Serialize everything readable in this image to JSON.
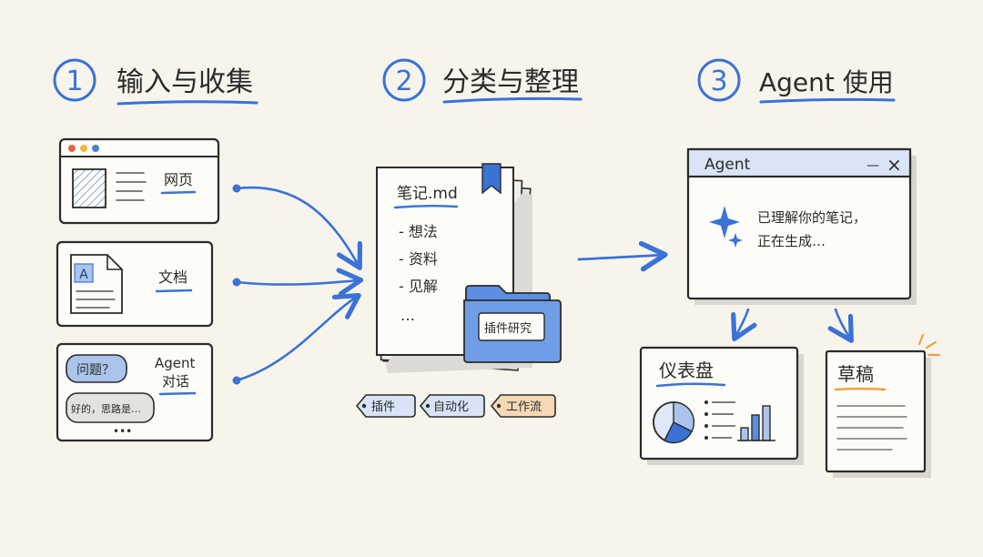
{
  "steps": [
    {
      "number": "1",
      "title": "输入与收集"
    },
    {
      "number": "2",
      "title": "分类与整理"
    },
    {
      "number": "3",
      "title": "Agent 使用"
    }
  ],
  "inputs": {
    "webpage": "网页",
    "document": "文档",
    "document_icon_letter": "A",
    "agent_chat_line1": "Agent",
    "agent_chat_line2": "对话",
    "bubble_question": "问题？",
    "bubble_reply": "好的，思路是…",
    "typing": "•••"
  },
  "notes": {
    "file_title": "笔记.md",
    "items": [
      "- 想法",
      "- 资料",
      "- 见解"
    ],
    "more": "…",
    "folder_label": "插件研究",
    "tags": [
      "插件",
      "自动化",
      "工作流"
    ]
  },
  "agent": {
    "window_title": "Agent",
    "minimize": "—",
    "close": "×",
    "message_line1": "已理解你的笔记，",
    "message_line2": "正在生成…",
    "dashboard_title": "仪表盘",
    "draft_title": "草稿"
  },
  "colors": {
    "accent": "#3a72d6",
    "ink": "#2b2b2b",
    "light_blue": "#aac4ec",
    "orange_tag": "#f4d9b4",
    "background": "#f7f4ec"
  }
}
